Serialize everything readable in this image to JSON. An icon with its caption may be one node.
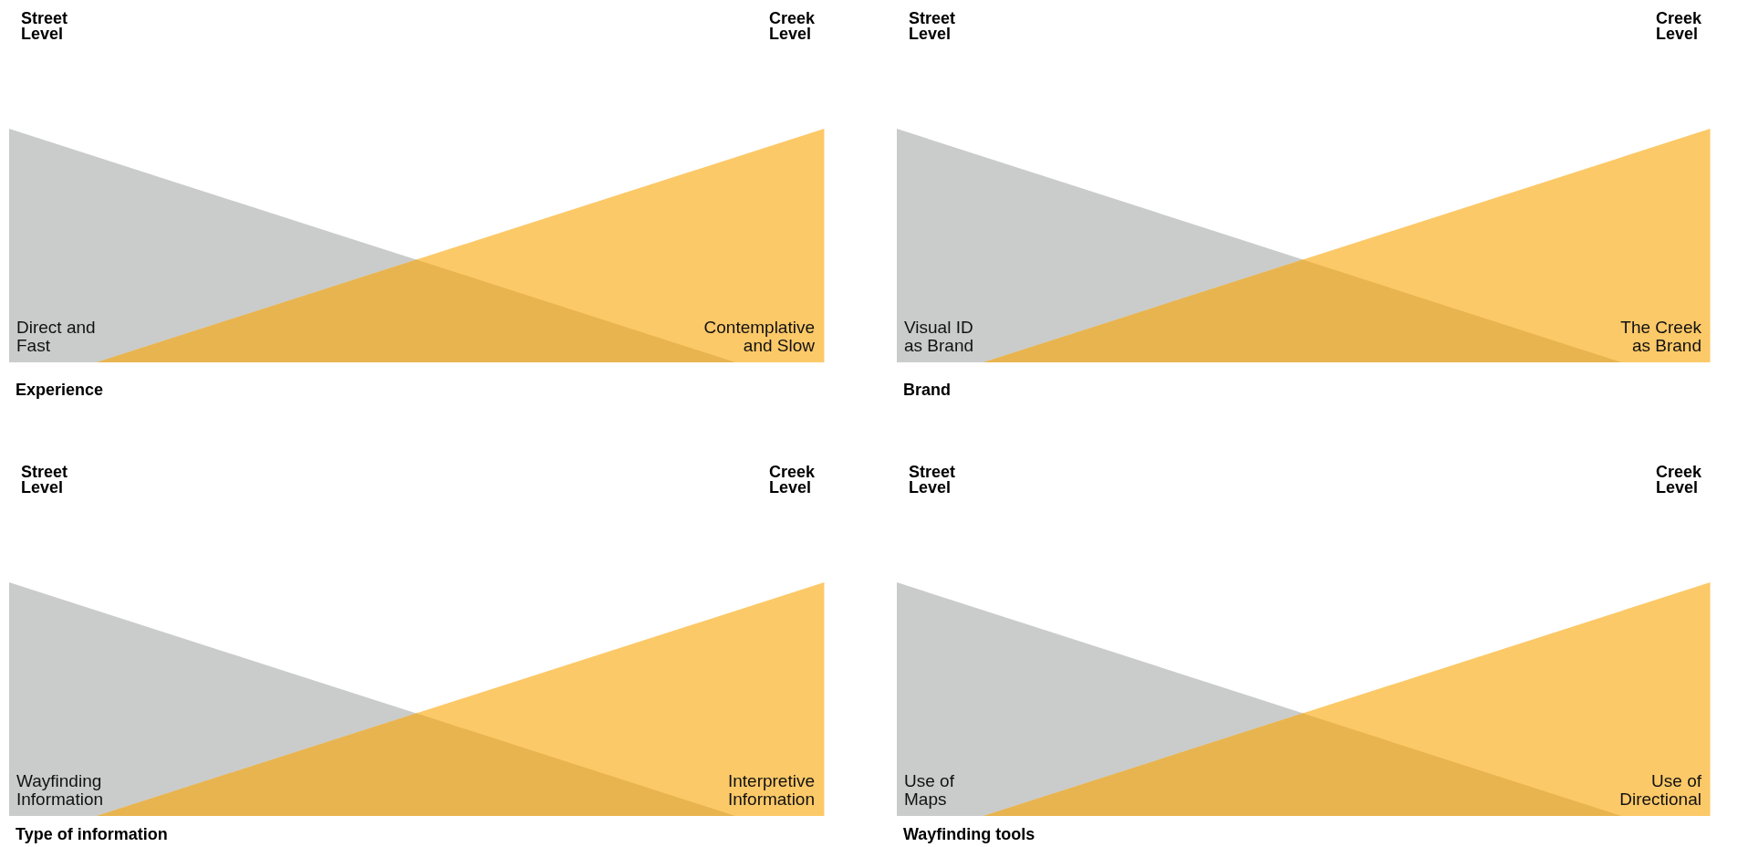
{
  "diagram": {
    "nodes": [
      {
        "text": [
          "Direct and Fast"
        ]
      },
      {
        "text": [
          "Contemplative and Slow"
        ]
      },
      {
        "text": [
          "Visual ID as Brand"
        ]
      },
      {
        "text": [
          "The Creek as Brand"
        ]
      },
      {
        "text": [
          "Wayfinding Information"
        ]
      },
      {
        "text": [
          "Interpretive Information"
        ]
      },
      {
        "text": [
          "Use of Maps"
        ]
      },
      {
        "text": [
          "Use of Directional"
        ]
      }
    ],
    "labels": [
      "Street Level",
      "Creek Level",
      "Experience",
      "Street Level",
      "Creek Level",
      "Brand",
      "Street Level",
      "Creek Level",
      "Type of information",
      "Street Level",
      "Creek Level",
      "Wayfinding tools"
    ]
  }
}
